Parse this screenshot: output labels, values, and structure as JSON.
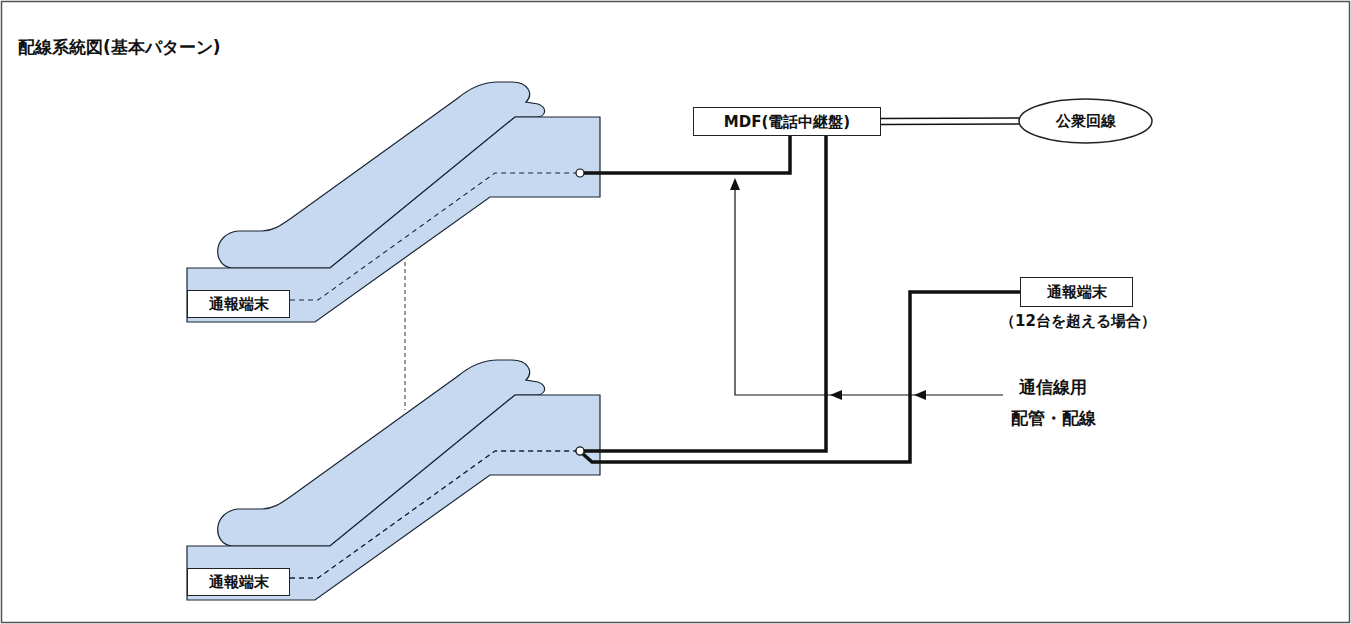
{
  "diagram": {
    "title": "配線系統図(基本パターン)",
    "nodes": [
      {
        "text": [
          "通報端末"
        ]
      },
      {
        "text": [
          "通報端末"
        ]
      },
      {
        "text": [
          "MDF(電話中継盤)"
        ]
      },
      {
        "text": [
          "公衆回線"
        ]
      },
      {
        "text": [
          "通報端末"
        ]
      }
    ],
    "edges": [
      {
        "from": 0,
        "to": 2,
        "arrow": "none"
      },
      {
        "from": 1,
        "to": 2,
        "arrow": "none"
      },
      {
        "from": 1,
        "to": 4,
        "arrow": "none"
      },
      {
        "from": 2,
        "to": 3,
        "arrow": "none"
      }
    ],
    "labels": [
      "（12台を超える場合）",
      "通信線用 配管・配線"
    ]
  }
}
